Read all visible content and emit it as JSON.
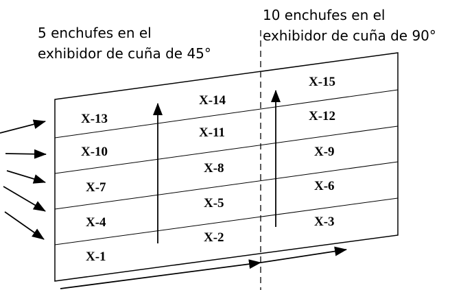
{
  "captions": {
    "left_line1": "5 enchufes en el",
    "left_line2": "exhibidor de cuña de 45°",
    "right_line1": "10 enchufes en el",
    "right_line2": "exhibidor de cuña de 90°"
  },
  "cells": [
    {
      "id": "x1",
      "label": "X-1"
    },
    {
      "id": "x2",
      "label": "X-2"
    },
    {
      "id": "x3",
      "label": "X-3"
    },
    {
      "id": "x4",
      "label": "X-4"
    },
    {
      "id": "x5",
      "label": "X-5"
    },
    {
      "id": "x6",
      "label": "X-6"
    },
    {
      "id": "x7",
      "label": "X-7"
    },
    {
      "id": "x8",
      "label": "X-8"
    },
    {
      "id": "x9",
      "label": "X-9"
    },
    {
      "id": "x10",
      "label": "X-10"
    },
    {
      "id": "x11",
      "label": "X-11"
    },
    {
      "id": "x12",
      "label": "X-12"
    },
    {
      "id": "x13",
      "label": "X-13"
    },
    {
      "id": "x14",
      "label": "X-14"
    },
    {
      "id": "x15",
      "label": "X-15"
    }
  ],
  "colors": {
    "stroke": "#000000",
    "background": "#ffffff"
  }
}
